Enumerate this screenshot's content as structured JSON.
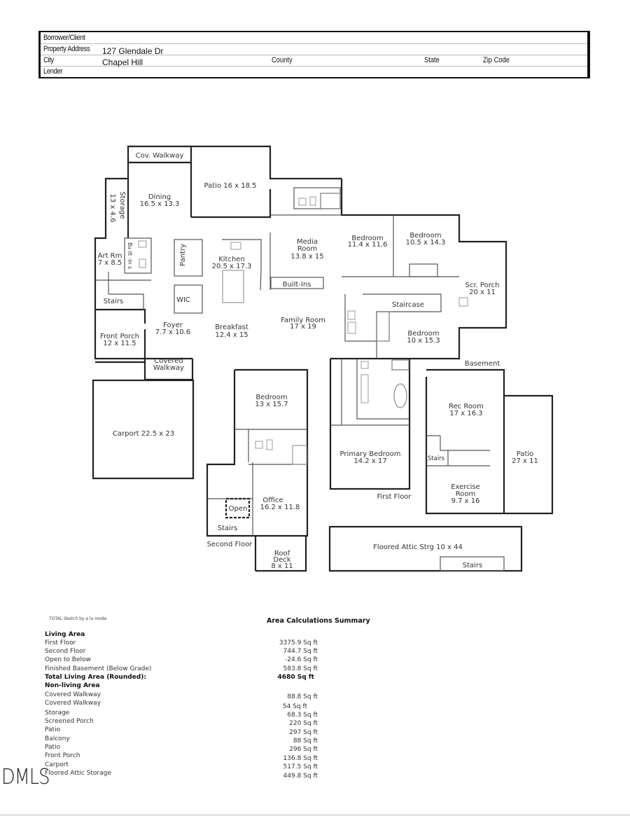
{
  "header": {
    "borrower_label": "Borrower/Client",
    "borrower_value": "",
    "address_label": "Property Address",
    "address_value": "127 Glendale Dr",
    "city_label": "City",
    "city_value": "Chapel Hill",
    "county_label": "County",
    "state_label": "State",
    "zip_label": "Zip Code",
    "lender_label": "Lender"
  },
  "floor_plan": {
    "rooms": {
      "cov_walkway_top": "Cov. Walkway",
      "patio_top": "Patio 16 x 18.5",
      "dining_name": "Dining",
      "dining_dims": "16.5 x 13.3",
      "storage_name": "Storage",
      "storage_dims": "13 x 4.6",
      "builtins_side": "Bu ilt -In s",
      "art_name": "Art Rm",
      "art_dims": "7 x 8.5",
      "pantry": "Pantry",
      "kitchen_name": "Kitchen",
      "kitchen_dims": "20.5 x 17.3",
      "media_name1": "Media",
      "media_name2": "Room",
      "media_dims": "13.8 x 15",
      "bed1_name": "Bedroom",
      "bed1_dims": "11.4 x 11.6",
      "bed2_name": "Bedroom",
      "bed2_dims": "10.5 x 14.3",
      "builtins": "Built-Ins",
      "stairs_left": "Stairs",
      "wic": "WIC",
      "scr_porch_name": "Scr. Porch",
      "scr_porch_dims": "20 x 11",
      "staircase": "Staircase",
      "front_porch_name": "Front Porch",
      "front_porch_dims": "12 x 11.5",
      "foyer_name": "Foyer",
      "foyer_dims": "7.7 x 10.6",
      "breakfast_name": "Breakfast",
      "breakfast_dims": "12.4 x 15",
      "family_name": "Family Room",
      "family_dims": "17 x 19",
      "bed3_name": "Bedroom",
      "bed3_dims": "10 x 15.3",
      "covered_walkway1": "Covered",
      "covered_walkway2": "Walkway",
      "basement_label": "Basement",
      "carport": "Carport 22.5 x 23",
      "bed4_name": "Bedroom",
      "bed4_dims": "13 x 15.7",
      "rec_name": "Rec Room",
      "rec_dims": "17 x 16.3",
      "patio_base_name": "Patio",
      "patio_base_dims": "27 x 11",
      "stairs_base": "Stairs",
      "primary_name": "Primary Bedroom",
      "primary_dims": "14.2 x 17",
      "open": "Open",
      "office_name": "Office",
      "office_dims": "16.2 x 11.8",
      "exercise_name1": "Exercise",
      "exercise_name2": "Room",
      "exercise_dims": "9.7 x 16",
      "first_floor": "First Floor",
      "stairs_second": "Stairs",
      "second_floor": "Second Floor",
      "roof_name1": "Roof",
      "roof_name2": "Deck",
      "roof_dims": "8 x 11",
      "attic": "Floored Attic Strg 10 x 44",
      "stairs_attic": "Stairs"
    }
  },
  "summary": {
    "credit": "TOTAL Sketch by a la mode",
    "title": "Area Calculations Summary",
    "living_heading": "Living Area",
    "living": [
      {
        "label": "First Floor",
        "value": "3375.9 Sq ft"
      },
      {
        "label": "Second Floor",
        "value": "744.7 Sq ft"
      },
      {
        "label": "Open to Below",
        "value": "-24.6 Sq ft"
      },
      {
        "label": "Finished Basement (Below Grade)",
        "value": "583.8 Sq ft"
      }
    ],
    "total_label": "Total Living Area (Rounded):",
    "total_value": "4680 Sq ft",
    "nonliving_heading": "Non-living Area",
    "nonliving": [
      {
        "label": "Covered Walkway",
        "value": "88.8 Sq ft"
      },
      {
        "label": "Covered Walkway",
        "value": "54 Sq ft"
      },
      {
        "label": "Storage",
        "value": "68.3 Sq ft"
      },
      {
        "label": "Screened Porch",
        "value": "220 Sq ft"
      },
      {
        "label": "Patio",
        "value": "297 Sq ft"
      },
      {
        "label": "Balcony",
        "value": "88 Sq ft"
      },
      {
        "label": "Patio",
        "value": "296 Sq ft"
      },
      {
        "label": "Front Porch",
        "value": "136.8 Sq ft"
      },
      {
        "label": "Carport",
        "value": "517.5 Sq ft"
      },
      {
        "label": "Floored Attic Storage",
        "value": "449.8 Sq ft"
      }
    ]
  },
  "watermark": "DMLS"
}
